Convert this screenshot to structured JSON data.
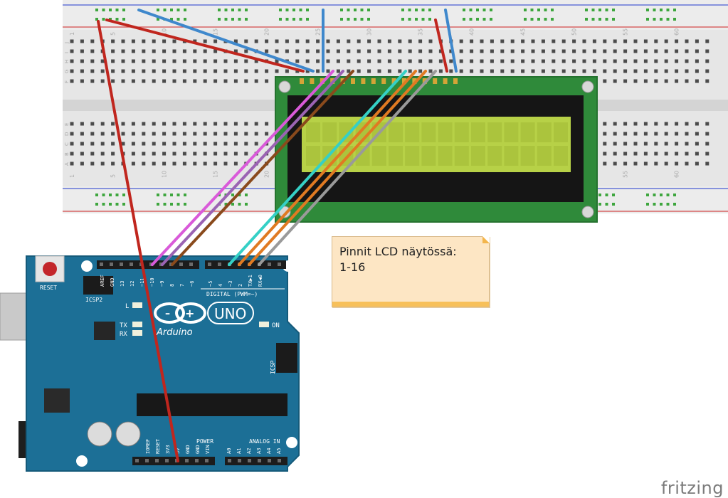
{
  "breadboard": {
    "column_numbers": [
      "1",
      "5",
      "10",
      "15",
      "20",
      "25",
      "30",
      "35",
      "40",
      "45",
      "50",
      "55",
      "60"
    ],
    "row_letters_top": [
      "J",
      "I",
      "H",
      "G",
      "F"
    ],
    "row_letters_bottom": [
      "E",
      "D",
      "C",
      "B",
      "A"
    ]
  },
  "arduino": {
    "reset_label": "RESET",
    "icsp2_label": "ICSP2",
    "icsp_label": "ICSP",
    "brand": "Arduino",
    "model": "UNO",
    "digital_label": "DIGITAL (PWM=~)",
    "analog_label": "ANALOG IN",
    "power_label": "POWER",
    "led_l": "L",
    "led_tx": "TX",
    "led_rx": "RX",
    "led_on": "ON",
    "digital_pins": [
      "AREF",
      "GND",
      "13",
      "12",
      "~11",
      "~10",
      "~9",
      "8",
      "7",
      "~6",
      "~5",
      "4",
      "~3",
      "2",
      "TX▶1",
      "RX◀0"
    ],
    "power_pins": [
      "IOREF",
      "RESET",
      "3V3",
      "5V",
      "GND",
      "GND",
      "VIN"
    ],
    "analog_pins": [
      "A0",
      "A1",
      "A2",
      "A3",
      "A4",
      "A5"
    ]
  },
  "note": {
    "text": "Pinnit LCD näytössä:\n1-16"
  },
  "watermark": "fritzing",
  "colors": {
    "board": "#1c6f96",
    "pcb": "#2f8a3a",
    "lcd_screen": "#b7d147",
    "wire_red": "#c0261e",
    "wire_blue": "#3f88cc",
    "wire_magenta": "#d95ad9",
    "wire_purple": "#9b63b3",
    "wire_brown": "#8a4a1c",
    "wire_cyan": "#35d0c6",
    "wire_orange": "#e07a22",
    "wire_gray": "#9a9a9a"
  }
}
